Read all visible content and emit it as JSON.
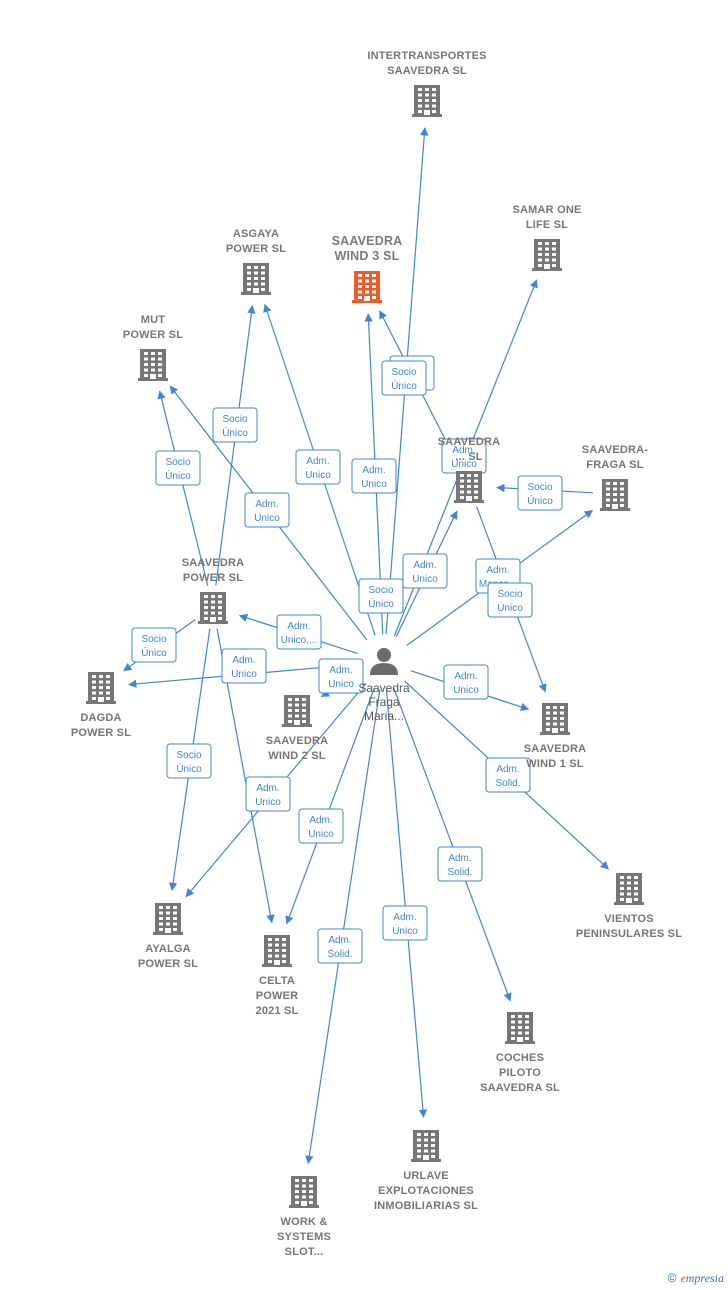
{
  "person": {
    "name_lines": [
      "Saavedra",
      "Fraga",
      "Maria..."
    ],
    "icon": "person-icon"
  },
  "colors": {
    "edge": "#3f86d8",
    "building": "#767676",
    "focus_building": "#f05a28"
  },
  "nodes": [
    {
      "id": "intertransportes",
      "lines": [
        "INTERTRANSPORTES",
        "SAAVEDRA SL"
      ],
      "focus": false
    },
    {
      "id": "samar",
      "lines": [
        "SAMAR ONE",
        "LIFE  SL"
      ],
      "focus": false
    },
    {
      "id": "asgaya",
      "lines": [
        "ASGAYA",
        "POWER  SL"
      ],
      "focus": false
    },
    {
      "id": "wind3",
      "lines": [
        "SAAVEDRA",
        "WIND 3  SL"
      ],
      "focus": true
    },
    {
      "id": "mut",
      "lines": [
        "MUT",
        "POWER  SL"
      ],
      "focus": false
    },
    {
      "id": "saavedra_hidden",
      "lines": [
        "SAAVEDRA",
        "...  SL"
      ],
      "focus": false
    },
    {
      "id": "fraga",
      "lines": [
        "SAAVEDRA-",
        "FRAGA SL"
      ],
      "focus": false
    },
    {
      "id": "saavedra_power",
      "lines": [
        "SAAVEDRA",
        "POWER  SL"
      ],
      "focus": false
    },
    {
      "id": "dagda",
      "lines": [
        "DAGDA",
        "POWER  SL"
      ],
      "focus": false
    },
    {
      "id": "wind2",
      "lines": [
        "SAAVEDRA",
        "WIND 2  SL"
      ],
      "focus": false
    },
    {
      "id": "wind1",
      "lines": [
        "SAAVEDRA",
        "WIND 1  SL"
      ],
      "focus": false
    },
    {
      "id": "vientos",
      "lines": [
        "VIENTOS",
        "PENINSULARES SL"
      ],
      "focus": false
    },
    {
      "id": "ayalga",
      "lines": [
        "AYALGA",
        "POWER  SL"
      ],
      "focus": false
    },
    {
      "id": "celta",
      "lines": [
        "CELTA",
        "POWER",
        "2021  SL"
      ],
      "focus": false
    },
    {
      "id": "coches",
      "lines": [
        "COCHES",
        "PILOTO",
        "SAAVEDRA SL"
      ],
      "focus": false
    },
    {
      "id": "urlave",
      "lines": [
        "URLAVE",
        "EXPLOTACIONES",
        "INMOBILIARIAS SL"
      ],
      "focus": false
    },
    {
      "id": "work",
      "lines": [
        "WORK &",
        "SYSTEMS",
        "SLOT..."
      ],
      "focus": false
    }
  ],
  "edges": [
    {
      "from": "person",
      "to": "intertransportes"
    },
    {
      "from": "person",
      "to": "samar"
    },
    {
      "from": "person",
      "to": "asgaya"
    },
    {
      "from": "person",
      "to": "wind3"
    },
    {
      "from": "person",
      "to": "mut"
    },
    {
      "from": "person",
      "to": "saavedra_hidden"
    },
    {
      "from": "person",
      "to": "fraga"
    },
    {
      "from": "person",
      "to": "saavedra_power"
    },
    {
      "from": "person",
      "to": "dagda"
    },
    {
      "from": "person",
      "to": "wind2"
    },
    {
      "from": "person",
      "to": "wind1"
    },
    {
      "from": "person",
      "to": "vientos"
    },
    {
      "from": "person",
      "to": "ayalga"
    },
    {
      "from": "person",
      "to": "celta"
    },
    {
      "from": "person",
      "to": "coches"
    },
    {
      "from": "person",
      "to": "urlave"
    },
    {
      "from": "person",
      "to": "work"
    },
    {
      "from": "saavedra_power",
      "to": "mut"
    },
    {
      "from": "saavedra_power",
      "to": "asgaya"
    },
    {
      "from": "saavedra_power",
      "to": "dagda"
    },
    {
      "from": "saavedra_power",
      "to": "ayalga"
    },
    {
      "from": "saavedra_power",
      "to": "celta"
    },
    {
      "from": "saavedra_hidden",
      "to": "wind3"
    },
    {
      "from": "saavedra_hidden",
      "to": "wind1"
    },
    {
      "from": "fraga",
      "to": "saavedra_hidden"
    }
  ],
  "edge_labels": [
    {
      "lines": [
        "Socio",
        "Único"
      ]
    },
    {
      "lines": [
        "Socio",
        "Único"
      ]
    },
    {
      "lines": [
        "Socio",
        "Único"
      ]
    },
    {
      "lines": [
        "Adm.",
        "Unico"
      ]
    },
    {
      "lines": [
        "Adm.",
        "Unico"
      ]
    },
    {
      "lines": [
        "Adm.",
        "Unico"
      ]
    },
    {
      "lines": [
        "Adm.",
        "Unico"
      ]
    },
    {
      "lines": [
        "Socio",
        "Único"
      ]
    },
    {
      "lines": [
        "Socio",
        "Único"
      ]
    },
    {
      "lines": [
        "Adm.",
        "Unico"
      ]
    },
    {
      "lines": [
        "Adm.",
        "Manco..."
      ]
    },
    {
      "lines": [
        "Socio",
        "Único"
      ]
    },
    {
      "lines": [
        "Socio",
        "Único"
      ]
    },
    {
      "lines": [
        "Adm.",
        "Unico,..."
      ]
    },
    {
      "lines": [
        "Adm.",
        "Unico"
      ]
    },
    {
      "lines": [
        "Adm.",
        "Unico"
      ]
    },
    {
      "lines": [
        "Adm.",
        "Unico"
      ]
    },
    {
      "lines": [
        "Socio",
        "Único"
      ]
    },
    {
      "lines": [
        "Adm.",
        "Unico"
      ]
    },
    {
      "lines": [
        "Socio",
        "Único"
      ]
    },
    {
      "lines": [
        "Adm.",
        "Solid."
      ]
    },
    {
      "lines": [
        "Adm.",
        "Unico"
      ]
    },
    {
      "lines": [
        "Adm.",
        "Solid."
      ]
    },
    {
      "lines": [
        "Adm.",
        "Unico"
      ]
    },
    {
      "lines": [
        "Adm.",
        "Solid."
      ]
    }
  ],
  "footer": {
    "copyright": "©",
    "brand_initial": "e",
    "brand_rest": "mpresia"
  }
}
